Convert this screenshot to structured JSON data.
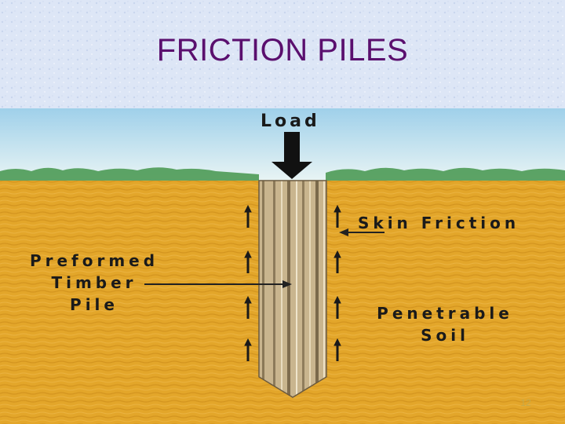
{
  "slide": {
    "title": "FRICTION PILES",
    "page_number": "12"
  },
  "diagram": {
    "load_label": "Load",
    "skin_friction_label": "Skin Friction",
    "pile_label_lines": [
      "Preformed",
      "Timber",
      "Pile"
    ],
    "soil_label_lines": [
      "Penetrable",
      "Soil"
    ]
  },
  "colors": {
    "title": "#5a0f6e",
    "soil": "#e3a62a",
    "sky": "#d7ecf3",
    "grass": "#3f8f4a",
    "pile": "#c9b58e",
    "arrow": "#1a1a1a"
  }
}
